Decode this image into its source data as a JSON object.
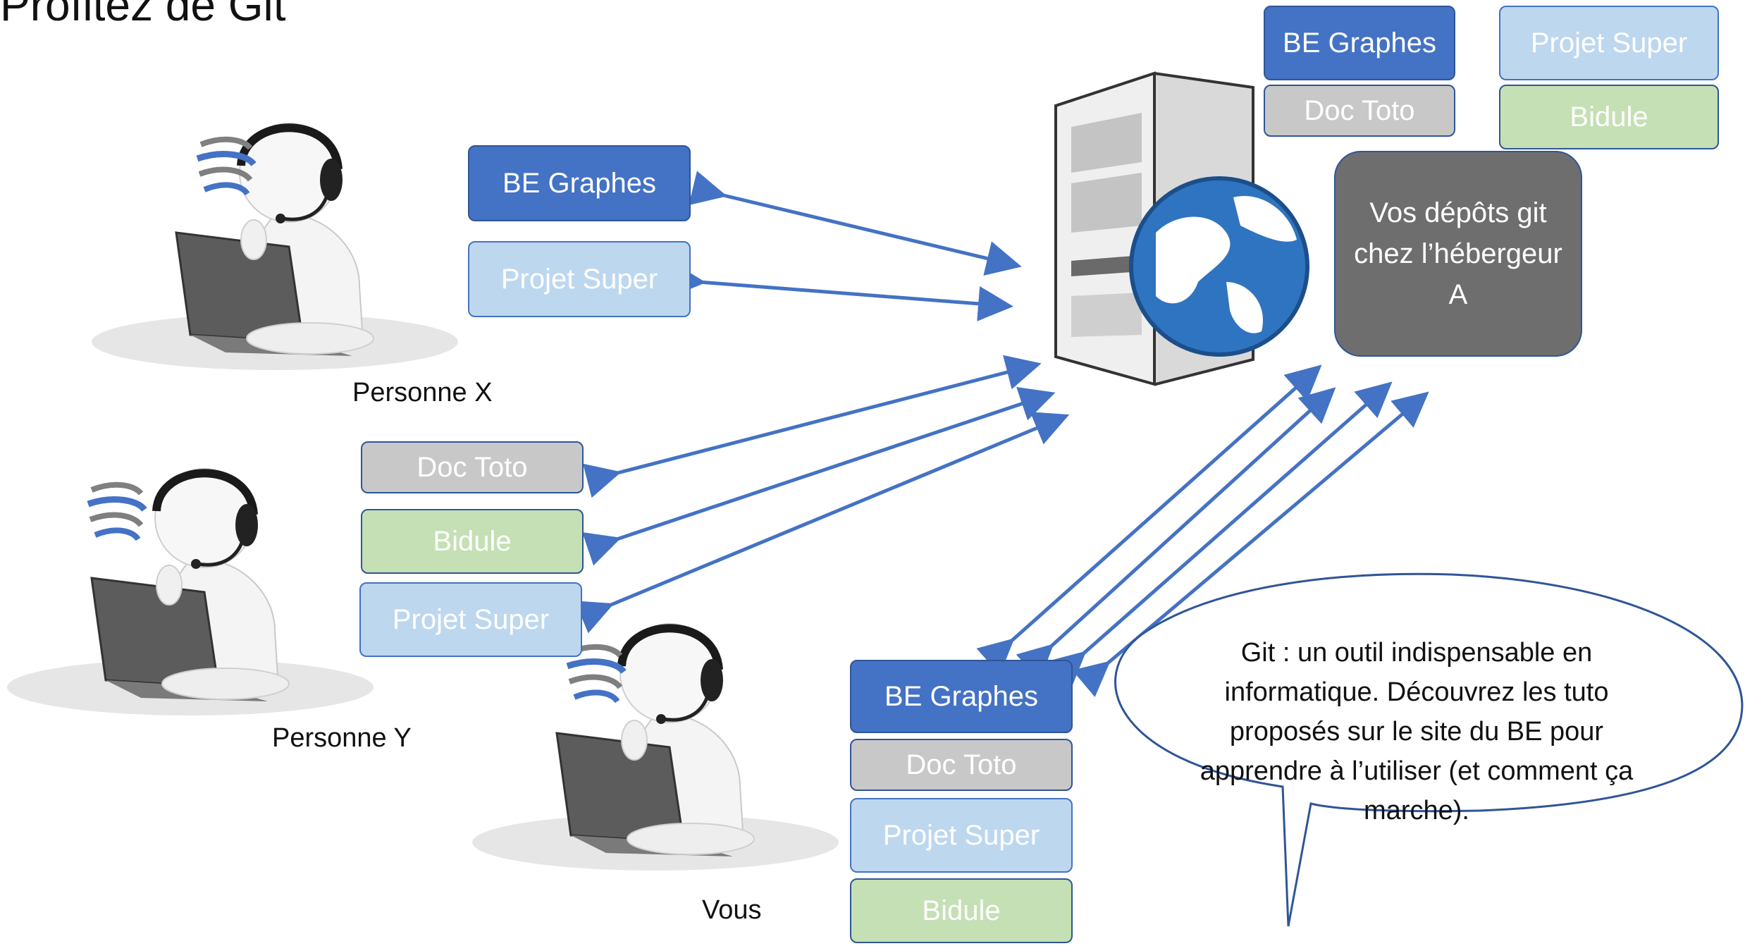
{
  "title": "Profitez de Git",
  "colors": {
    "dark_blue": "#4472c4",
    "light_blue": "#bdd7ee",
    "gray": "#c8c8c8",
    "green": "#c5e0b4",
    "host_gray": "#6e6e6e",
    "arrow": "#4472c4"
  },
  "server": {
    "repos": [
      "BE Graphes",
      "Projet Super",
      "Doc Toto",
      "Bidule"
    ],
    "host_label": "Vos dépôts git chez l’hébergeur A"
  },
  "persons": [
    {
      "name": "Personne X",
      "repos": [
        "BE Graphes",
        "Projet Super"
      ]
    },
    {
      "name": "Personne Y",
      "repos": [
        "Doc Toto",
        "Bidule",
        "Projet Super"
      ]
    },
    {
      "name": "Vous",
      "repos": [
        "BE Graphes",
        "Doc Toto",
        "Projet Super",
        "Bidule"
      ]
    }
  ],
  "bubble_text": "Git : un outil indispensable en informatique. Découvrez les tuto proposés sur le site du BE pour apprendre à l’utiliser (et comment ça marche).",
  "icons": [
    "person-headset-laptop-icon",
    "wifi-signal-icon",
    "server-globe-icon"
  ]
}
